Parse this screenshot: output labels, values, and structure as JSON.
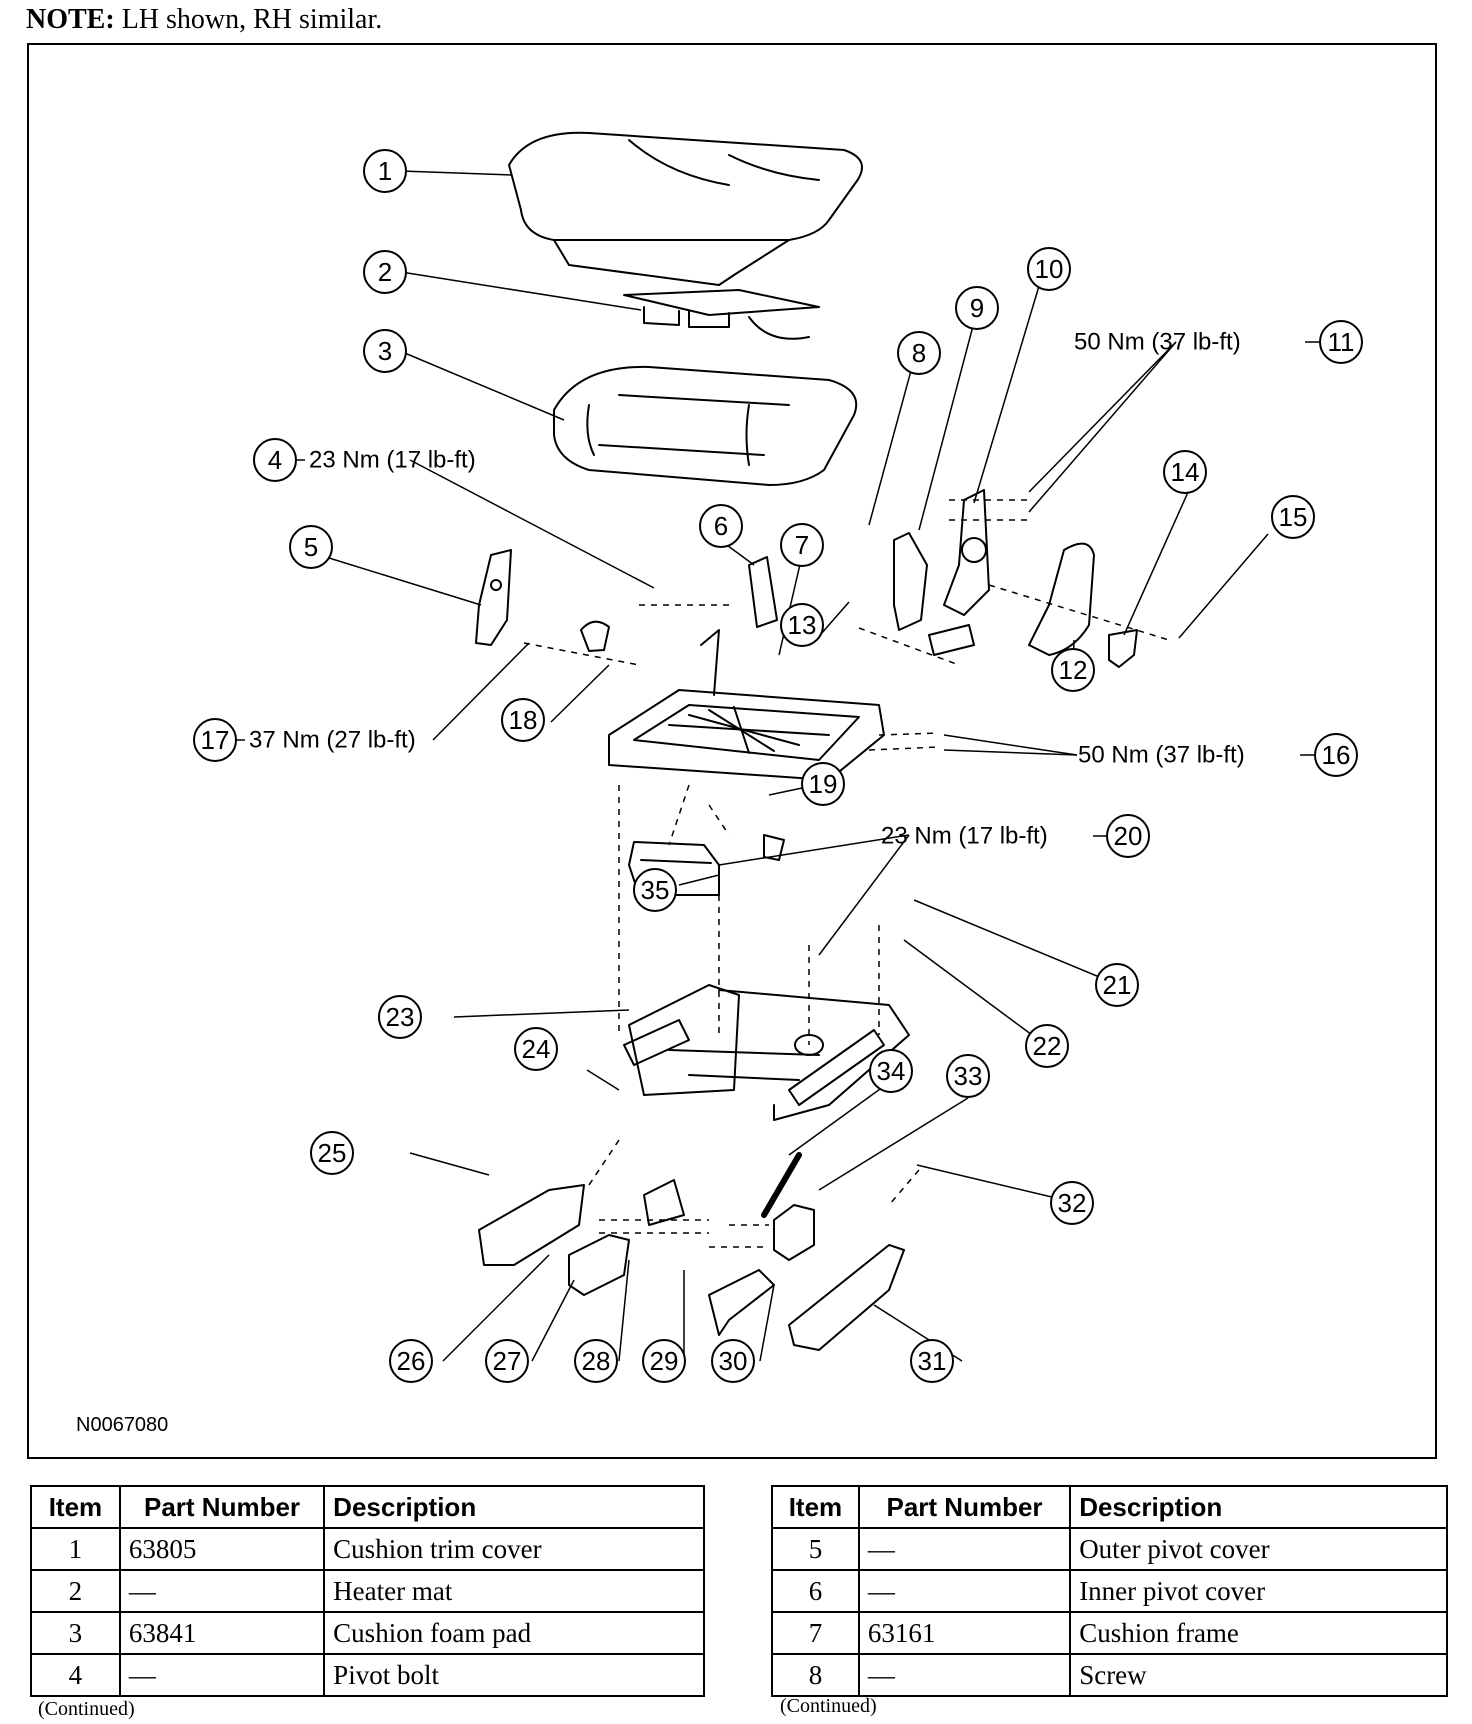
{
  "note": {
    "label": "NOTE:",
    "text": " LH shown, RH similar."
  },
  "figure": {
    "id": "N0067080",
    "callouts": [
      "1",
      "2",
      "3",
      "4",
      "5",
      "6",
      "7",
      "8",
      "9",
      "10",
      "11",
      "12",
      "13",
      "14",
      "15",
      "16",
      "17",
      "18",
      "19",
      "20",
      "21",
      "22",
      "23",
      "24",
      "25",
      "26",
      "27",
      "28",
      "29",
      "30",
      "31",
      "32",
      "33",
      "34",
      "35"
    ],
    "torque_labels": {
      "t4": "23 Nm (17 lb-ft)",
      "t11": "50 Nm (37 lb-ft)",
      "t16": "50 Nm (37 lb-ft)",
      "t17": "37 Nm (27 lb-ft)",
      "t20": "23 Nm (17 lb-ft)"
    }
  },
  "tables": [
    {
      "headers": [
        "Item",
        "Part Number",
        "Description"
      ],
      "rows": [
        [
          "1",
          "63805",
          "Cushion trim cover"
        ],
        [
          "2",
          "—",
          "Heater mat"
        ],
        [
          "3",
          "63841",
          "Cushion foam pad"
        ],
        [
          "4",
          "—",
          "Pivot bolt"
        ]
      ],
      "footer": "(Continued)"
    },
    {
      "headers": [
        "Item",
        "Part Number",
        "Description"
      ],
      "rows": [
        [
          "5",
          "—",
          "Outer pivot cover"
        ],
        [
          "6",
          "—",
          "Inner pivot cover"
        ],
        [
          "7",
          "63161",
          "Cushion frame"
        ],
        [
          "8",
          "—",
          "Screw"
        ]
      ],
      "footer": "(Continued)"
    }
  ]
}
